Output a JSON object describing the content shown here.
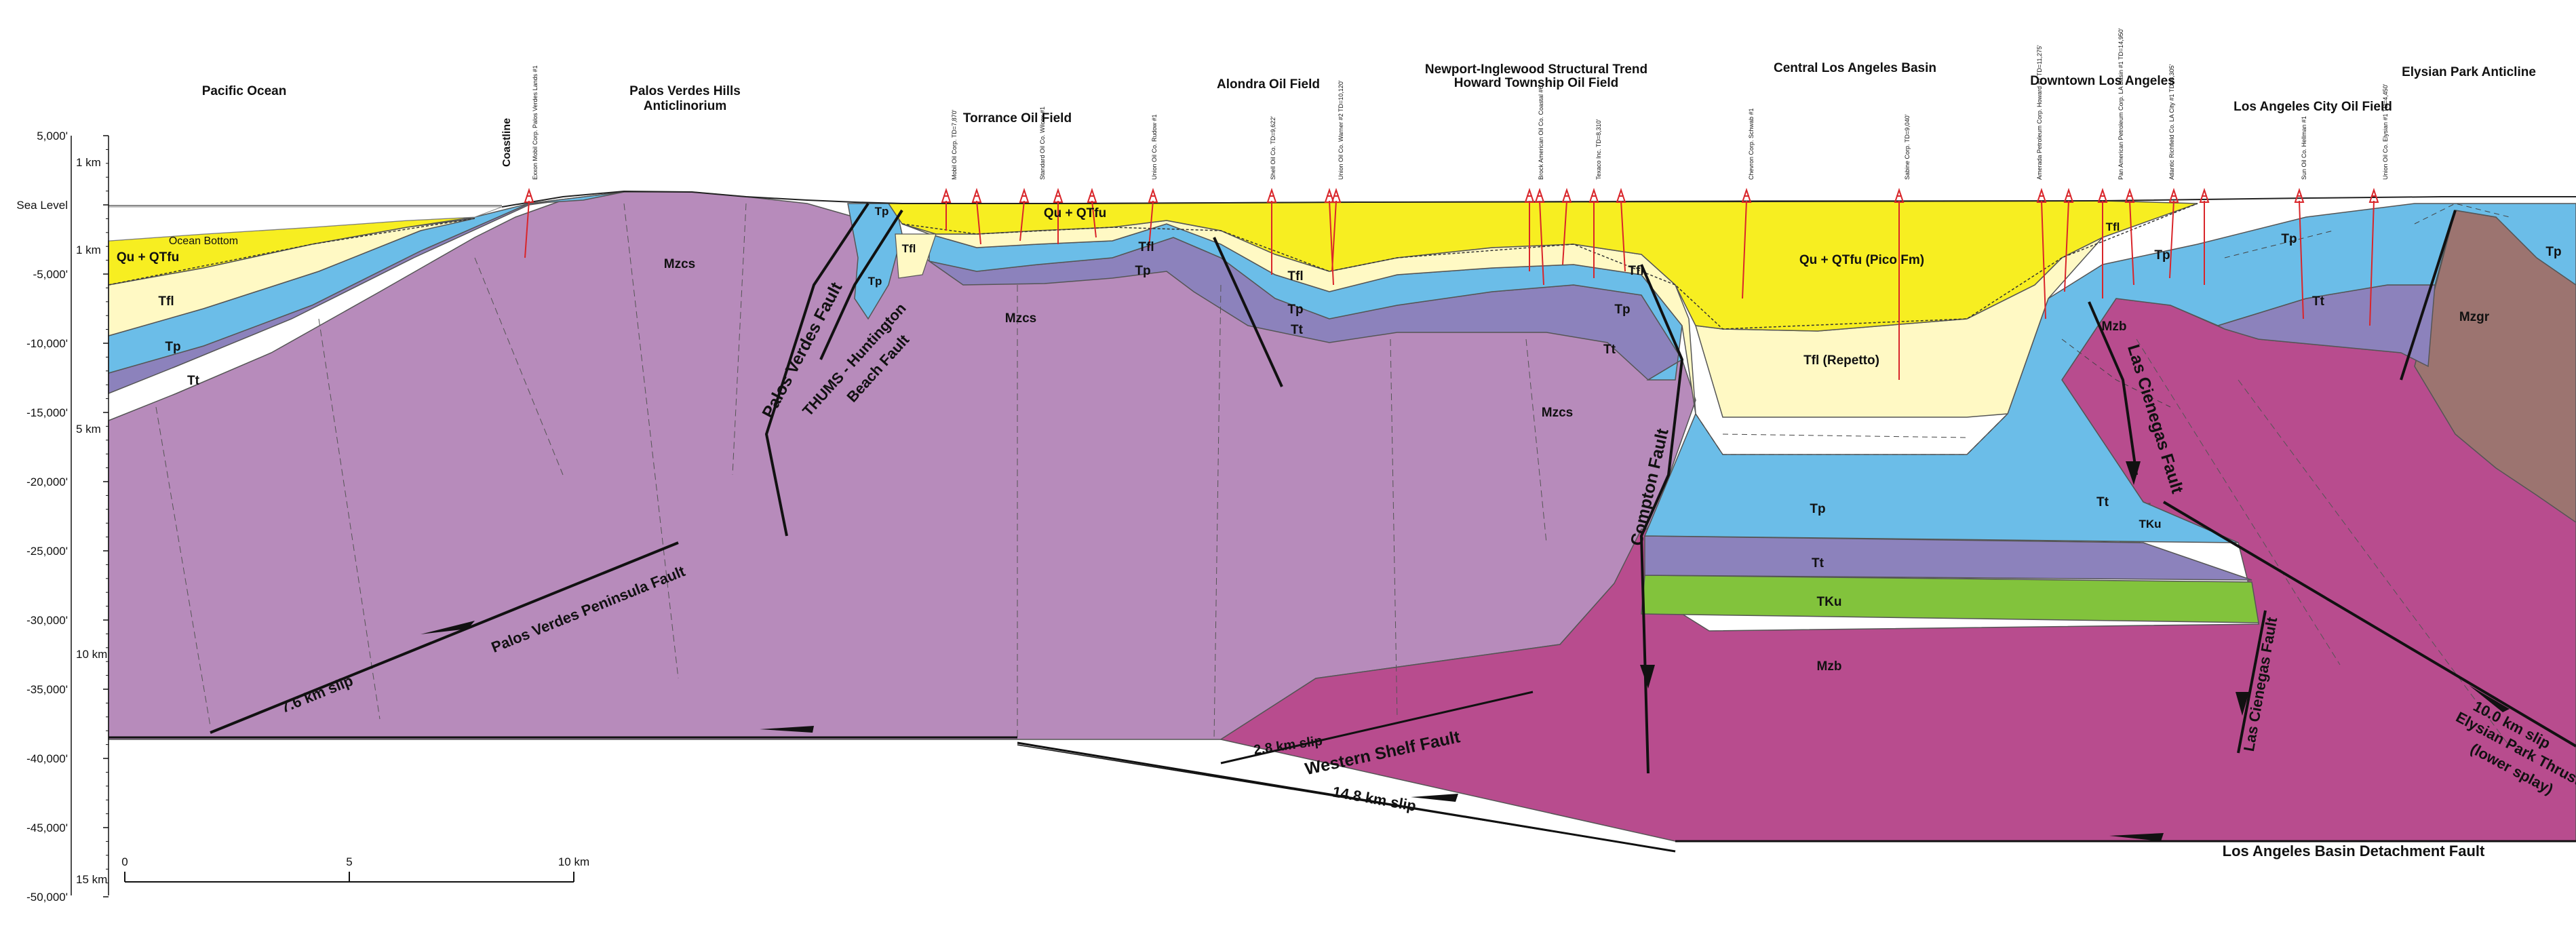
{
  "regions": {
    "pacific_ocean": "Pacific Ocean",
    "palos_verdes_1": "Palos Verdes Hills",
    "palos_verdes_2": "Anticlinorium",
    "torrance": "Torrance Oil Field",
    "alondra": "Alondra Oil Field",
    "newport_1": "Newport-Inglewood Structural Trend",
    "newport_2": "Howard Township Oil Field",
    "central_la": "Central Los Angeles Basin",
    "downtown": "Downtown Los Angeles",
    "la_city": "Los Angeles City Oil Field",
    "elysian": "Elysian Park Anticline",
    "coastline": "Coastline",
    "ocean_bottom": "Ocean Bottom"
  },
  "depth_axis": {
    "feet": [
      "5,000'",
      "Sea Level",
      "-5,000'",
      "-10,000'",
      "-15,000'",
      "-20,000'",
      "-25,000'",
      "-30,000'",
      "-35,000'",
      "-40,000'",
      "-45,000'",
      "-50,000'"
    ],
    "km": [
      "1 km",
      "1 km",
      "5 km",
      "10 km",
      "15 km"
    ]
  },
  "scale_bar": {
    "ticks": [
      "0",
      "5",
      "10 km"
    ]
  },
  "units": {
    "qu_qtfu": "Qu + QTfu",
    "qu_pico": "Qu + QTfu (Pico Fm)",
    "tfl": "Tfl",
    "tfl_repetto": "Tfl (Repetto)",
    "tp": "Tp",
    "tt": "Tt",
    "tku": "TKu",
    "mzb": "Mzb",
    "mzcs": "Mzcs",
    "mzgr": "Mzgr"
  },
  "faults": {
    "palos_verdes_fault": "Palos Verdes Fault",
    "thums_1": "THUMS - Huntington",
    "thums_2": "Beach Fault",
    "pv_peninsula": "Palos Verdes Peninsula Fault",
    "compton": "Compton Fault",
    "las_cienegas": "Las Cienegas Fault",
    "western_shelf": "Western Shelf Fault",
    "elysian_thrust_1": "Elysian Park Thrust",
    "elysian_thrust_2": "(lower splay)",
    "detachment": "Los Angeles Basin Detachment Fault"
  },
  "slips": {
    "pv_slip": "7.6 km slip",
    "western_shelf_slip": "2.8 km slip",
    "total_slip": "14.8 km slip",
    "elysian_slip": "10.0 km slip"
  },
  "well_labels": [
    "Exxon Mobil Corp. Palos Verdes Lands #1",
    "Mobil Oil Corp. TD=7,870'",
    "Standard Oil Co. Wilcox #1",
    "Union Oil Co. Rudow #1",
    "Shell Oil Co. TD=9,622'",
    "Union Oil Co. Warner #2 TD=10,120'",
    "Brock American Oil Co. Coastal #6",
    "Texaco Inc. TD=8,310'",
    "Chevron Corp. Schwab #1",
    "Sabine Corp. TD=9,040'",
    "Amerada Petroleum Corp. Howard #1 TD=11,275'",
    "Pan American Petroleum Corp. LA Basin #1 TD=14,950'",
    "Atlantic Richfield Co. LA City #1 TD=8,305'",
    "Sun Oil Co. Hellman #1",
    "Union Oil Co. Elysian #1 TD=4,450'"
  ]
}
